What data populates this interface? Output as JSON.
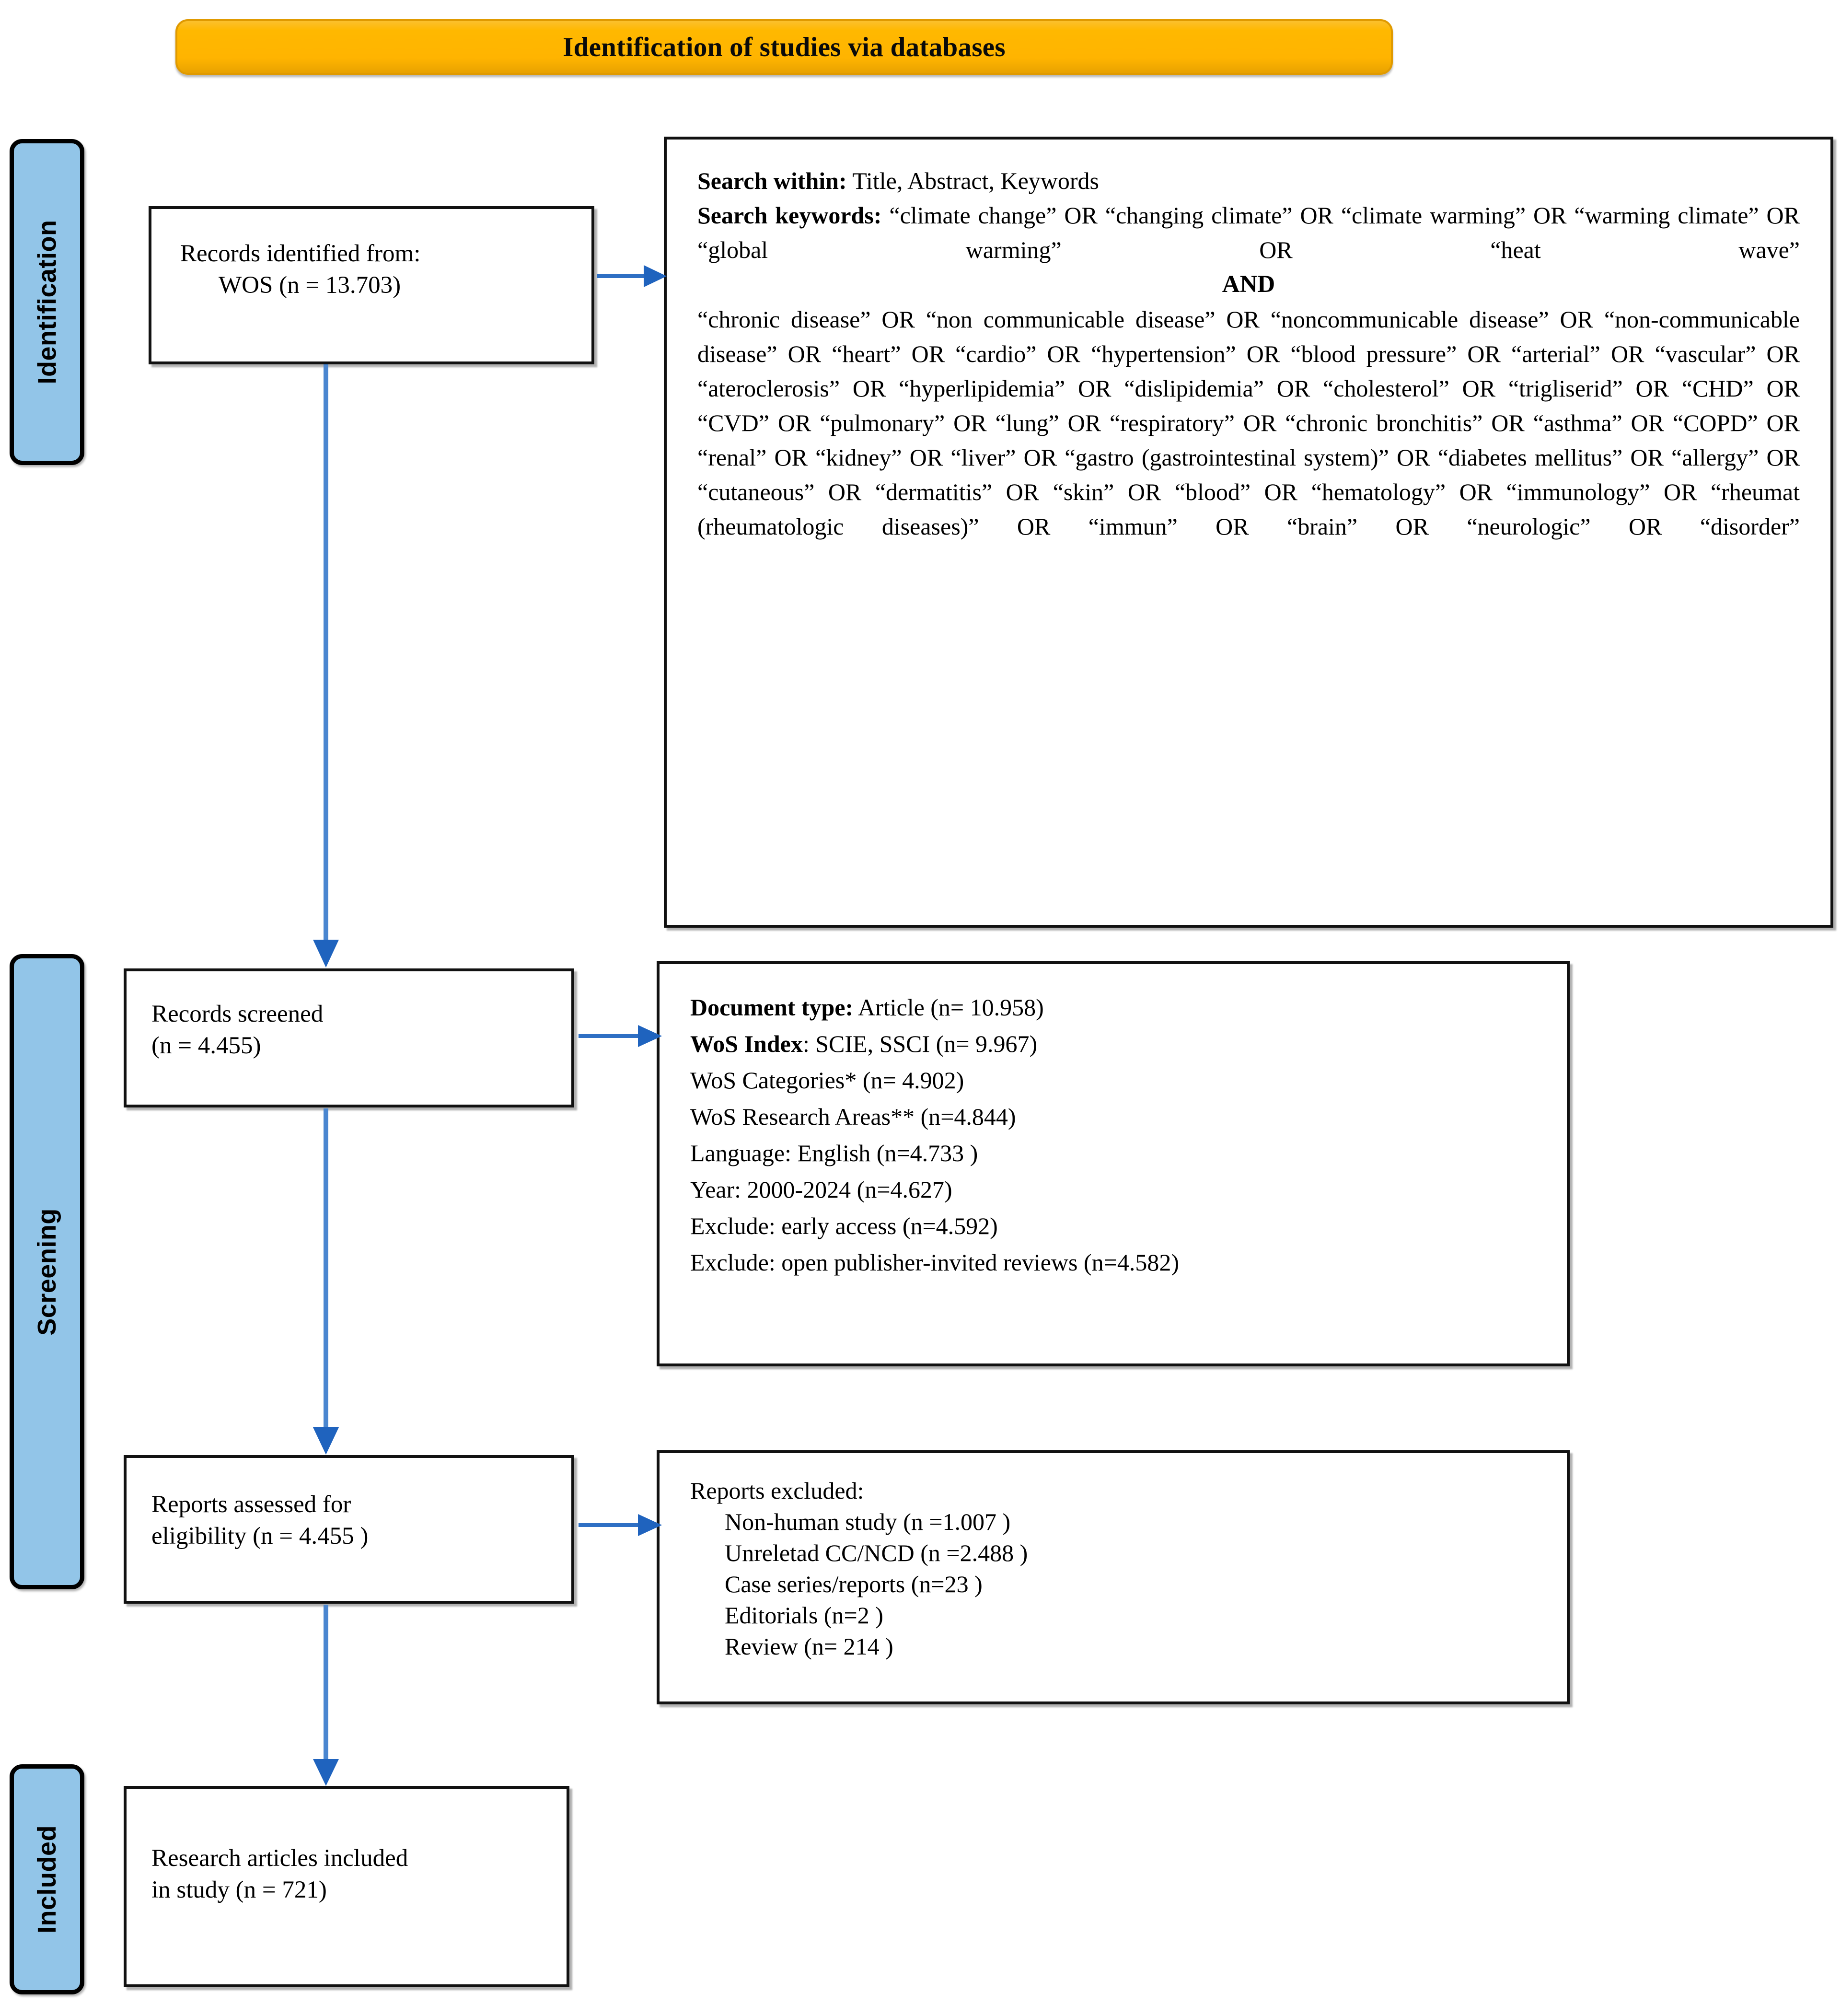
{
  "header": {
    "title": "Identification of studies via databases",
    "banner_color": "#FFB400",
    "banner_border": "#E09A00"
  },
  "stages": [
    {
      "id": "identification",
      "label": "Identification"
    },
    {
      "id": "screening",
      "label": "Screening"
    },
    {
      "id": "included",
      "label": "Included"
    }
  ],
  "colors": {
    "stage_fill": "#92C5E8",
    "stage_border": "#000000",
    "arrow": "#2E6FC4",
    "box_border": "#111111"
  },
  "boxes": {
    "records_identified": {
      "line1": "Records identified from:",
      "line2": "WOS (n = 13.703)"
    },
    "search_strategy": {
      "search_within_label": "Search within:",
      "search_within_value": " Title, Abstract, Keywords",
      "search_keywords_label": "Search keywords:",
      "keywords_part1": " “climate change” OR “changing climate” OR “climate warming” OR “warming climate” OR “global warming” OR “heat wave”",
      "operator": "AND",
      "keywords_part2": "“chronic disease” OR “non communicable disease” OR “noncommunicable disease” OR “non-communicable disease” OR “heart” OR “cardio” OR “hypertension” OR “blood pressure” OR “arterial” OR “vascular” OR “ateroclerosis” OR “hyperlipidemia” OR “dislipidemia” OR “cholesterol” OR “trigliserid” OR “CHD” OR “CVD” OR “pulmonary” OR “lung” OR “respiratory” OR “chronic bronchitis” OR “asthma” OR “COPD” OR “renal” OR “kidney” OR “liver” OR “gastro (gastrointestinal system)” OR “diabetes mellitus” OR “allergy” OR “cutaneous” OR “dermatitis” OR “skin” OR “blood” OR “hematology” OR “immunology” OR “rheumat (rheumatologic diseases)” OR “immun” OR “brain” OR “neurologic” OR “disorder”"
    },
    "records_screened": {
      "line1": "Records screened",
      "line2": "(n = 4.455)"
    },
    "screening_filters": {
      "rows": [
        {
          "label": "Document type:",
          "bold": true,
          "value": " Article (n= 10.958)"
        },
        {
          "label": "WoS Index",
          "bold": true,
          "value": ": SCIE, SSCI (n= 9.967)"
        },
        {
          "label": "",
          "bold": false,
          "value": "WoS Categories* (n= 4.902)"
        },
        {
          "label": "",
          "bold": false,
          "value": "WoS Research Areas** (n=4.844)"
        },
        {
          "label": "",
          "bold": false,
          "value": "Language: English (n=4.733 )"
        },
        {
          "label": "",
          "bold": false,
          "value": "Year: 2000-2024 (n=4.627)"
        },
        {
          "label": "",
          "bold": false,
          "value": "Exclude: early access (n=4.592)"
        },
        {
          "label": "",
          "bold": false,
          "value": "Exclude: open publisher-invited reviews (n=4.582)"
        }
      ]
    },
    "reports_assessed": {
      "line1": "Reports assessed for",
      "line2": "eligibility (n = 4.455 )"
    },
    "reports_excluded": {
      "heading": "Reports excluded:",
      "items": [
        "Non-human study (n =1.007 )",
        "Unreletad CC/NCD (n =2.488 )",
        "Case series/reports (n=23 )",
        "Editorials (n=2 )",
        "Review (n= 214 )"
      ]
    },
    "included": {
      "line1": "Research articles included",
      "line2": "in study (n = 721)"
    }
  },
  "arrows": [
    {
      "id": "identified-to-search",
      "direction": "right"
    },
    {
      "id": "identified-to-screened",
      "direction": "down"
    },
    {
      "id": "screened-to-filters",
      "direction": "right"
    },
    {
      "id": "screened-to-assessed",
      "direction": "down"
    },
    {
      "id": "assessed-to-excluded",
      "direction": "right"
    },
    {
      "id": "assessed-to-included",
      "direction": "down"
    }
  ]
}
